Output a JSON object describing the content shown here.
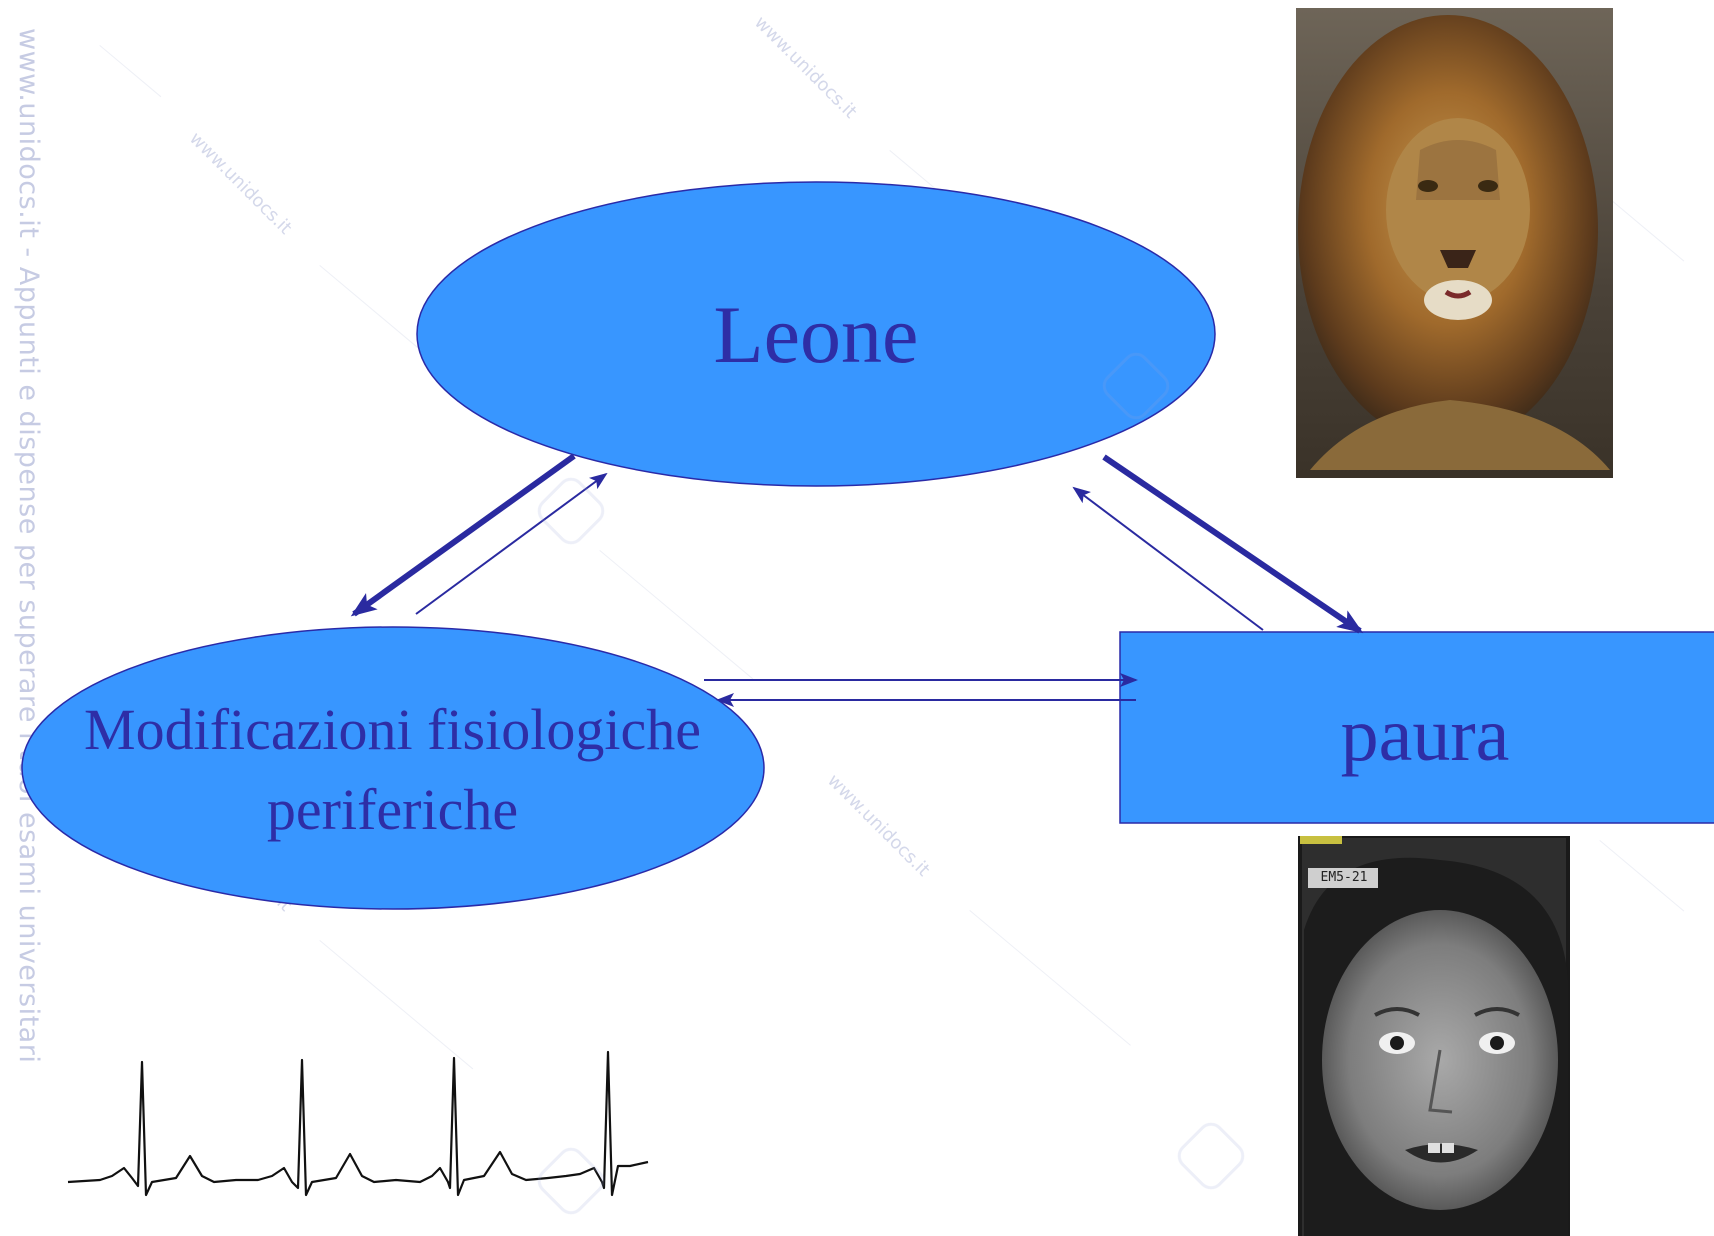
{
  "diagram": {
    "nodes": {
      "leone": {
        "label": "Leone"
      },
      "modificazioni": {
        "line1": "Modificazioni fisiologiche",
        "line2": "periferiche"
      },
      "paura": {
        "label": "paura"
      }
    },
    "colors": {
      "node_fill": "#3896ff",
      "node_stroke": "#2a2aa8",
      "text": "#2e2ea6",
      "arrow": "#2a2aa0"
    }
  },
  "watermark": {
    "sidebar": "www.unidocs.it  - Appunti e dispense per superare i tuoi esami universitari",
    "diagonal": "www.unidocs.it"
  },
  "images": {
    "face_tag": "EM5-21"
  }
}
